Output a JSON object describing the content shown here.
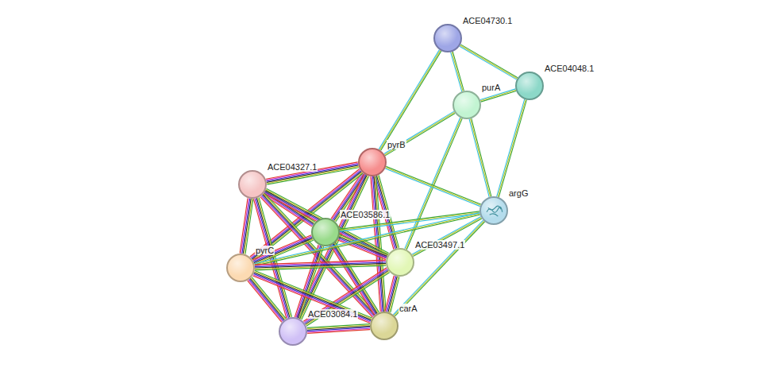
{
  "diagram": {
    "nodes": [
      {
        "text": [
          "ACE04730.1"
        ]
      },
      {
        "text": [
          "ACE04048.1"
        ]
      },
      {
        "text": [
          "purA"
        ]
      },
      {
        "text": [
          "pyrB"
        ]
      },
      {
        "text": [
          "ACE04327.1"
        ]
      },
      {
        "text": [
          "argG"
        ]
      },
      {
        "text": [
          "ACE03586.1"
        ]
      },
      {
        "text": [
          "ACE03497.1"
        ]
      },
      {
        "text": [
          "pyrC"
        ]
      },
      {
        "text": [
          "ACE03084.1"
        ]
      },
      {
        "text": [
          "carA"
        ]
      }
    ],
    "edges": [
      {
        "from": 0,
        "to": 1,
        "arrow": "none"
      },
      {
        "from": 0,
        "to": 2,
        "arrow": "none"
      },
      {
        "from": 0,
        "to": 3,
        "arrow": "none"
      },
      {
        "from": 1,
        "to": 2,
        "arrow": "none"
      },
      {
        "from": 1,
        "to": 5,
        "arrow": "none"
      },
      {
        "from": 2,
        "to": 3,
        "arrow": "none"
      },
      {
        "from": 2,
        "to": 5,
        "arrow": "none"
      },
      {
        "from": 2,
        "to": 7,
        "arrow": "none"
      },
      {
        "from": 3,
        "to": 5,
        "arrow": "none"
      },
      {
        "from": 3,
        "to": 4,
        "arrow": "none"
      },
      {
        "from": 3,
        "to": 6,
        "arrow": "none"
      },
      {
        "from": 3,
        "to": 7,
        "arrow": "none"
      },
      {
        "from": 3,
        "to": 8,
        "arrow": "none"
      },
      {
        "from": 3,
        "to": 10,
        "arrow": "none"
      },
      {
        "from": 3,
        "to": 9,
        "arrow": "none"
      },
      {
        "from": 4,
        "to": 6,
        "arrow": "none"
      },
      {
        "from": 4,
        "to": 8,
        "arrow": "none"
      },
      {
        "from": 4,
        "to": 7,
        "arrow": "none"
      },
      {
        "from": 4,
        "to": 10,
        "arrow": "none"
      },
      {
        "from": 4,
        "to": 9,
        "arrow": "none"
      },
      {
        "from": 6,
        "to": 5,
        "arrow": "none"
      },
      {
        "from": 6,
        "to": 7,
        "arrow": "none"
      },
      {
        "from": 6,
        "to": 8,
        "arrow": "none"
      },
      {
        "from": 6,
        "to": 10,
        "arrow": "none"
      },
      {
        "from": 6,
        "to": 9,
        "arrow": "none"
      },
      {
        "from": 5,
        "to": 7,
        "arrow": "none"
      },
      {
        "from": 5,
        "to": 10,
        "arrow": "none"
      },
      {
        "from": 5,
        "to": 8,
        "arrow": "none"
      },
      {
        "from": 7,
        "to": 8,
        "arrow": "none"
      },
      {
        "from": 7,
        "to": 10,
        "arrow": "none"
      },
      {
        "from": 7,
        "to": 9,
        "arrow": "none"
      },
      {
        "from": 8,
        "to": 10,
        "arrow": "none"
      },
      {
        "from": 8,
        "to": 9,
        "arrow": "none"
      },
      {
        "from": 9,
        "to": 10,
        "arrow": "none"
      }
    ]
  }
}
